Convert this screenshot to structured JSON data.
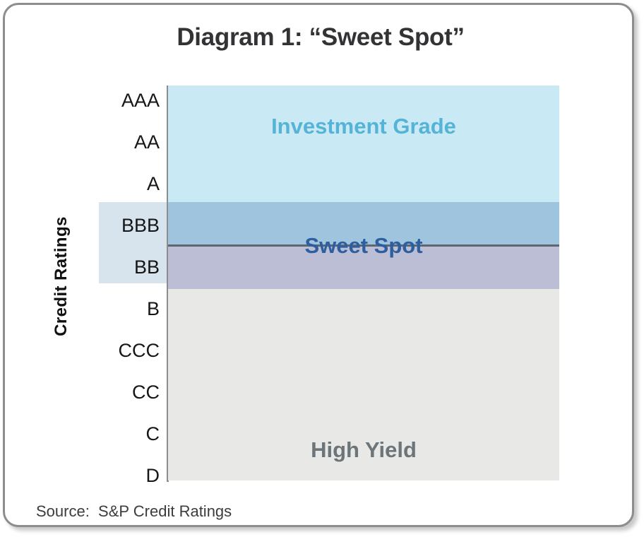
{
  "card": {
    "border_color": "#8d8d8d",
    "background": "#ffffff"
  },
  "title": "Diagram 1: “Sweet Spot”",
  "axis": {
    "y_title": "Credit Ratings",
    "axis_line_color": "#8d8d8d",
    "tick_highlight_color": "#d7e4ee"
  },
  "source": "Source:  S&P Credit Ratings",
  "chart_data": {
    "type": "bar",
    "title": "Diagram 1: “Sweet Spot”",
    "xlabel": "",
    "ylabel": "Credit Ratings",
    "grid": false,
    "legend": "none",
    "orientation": "horizontal-bands",
    "categories": [
      "AAA",
      "AA",
      "A",
      "BBB",
      "BB",
      "B",
      "CCC",
      "CC",
      "C",
      "D"
    ],
    "tick_labels": [
      {
        "label": "AAA",
        "highlighted": false
      },
      {
        "label": "AA",
        "highlighted": false
      },
      {
        "label": "A",
        "highlighted": false
      },
      {
        "label": "BBB",
        "highlighted": true
      },
      {
        "label": "BB",
        "highlighted": true
      },
      {
        "label": "B",
        "highlighted": false
      },
      {
        "label": "CCC",
        "highlighted": false
      },
      {
        "label": "CC",
        "highlighted": false
      },
      {
        "label": "C",
        "highlighted": false
      },
      {
        "label": "D",
        "highlighted": false
      }
    ],
    "bands": [
      {
        "name": "Investment Grade",
        "label": "Investment Grade",
        "ratings": [
          "AAA",
          "AA",
          "A"
        ],
        "fill": "#c9eaf4",
        "text_color": "#56b3d8",
        "label_position": "top"
      },
      {
        "name": "Sweet Spot Upper",
        "label": "",
        "ratings": [
          "BBB"
        ],
        "fill": "#9fc4de",
        "text_color": "",
        "label_position": "none"
      },
      {
        "name": "Sweet Spot Lower",
        "label": "",
        "ratings": [
          "BB"
        ],
        "fill": "#bcbed6",
        "text_color": "",
        "label_position": "none"
      },
      {
        "name": "High Yield",
        "label": "High Yield",
        "ratings": [
          "B",
          "CCC",
          "CC",
          "C",
          "D"
        ],
        "fill": "#e8e9e7",
        "text_color": "#6c757a",
        "label_position": "bottom"
      }
    ],
    "overlay_labels": [
      {
        "name": "Sweet Spot",
        "label": "Sweet Spot",
        "text_color": "#2d5f9e",
        "at_rating_boundary": "BBB/BB"
      }
    ],
    "divider": {
      "color": "#5f6672",
      "between": [
        "BBB",
        "BB"
      ]
    }
  }
}
